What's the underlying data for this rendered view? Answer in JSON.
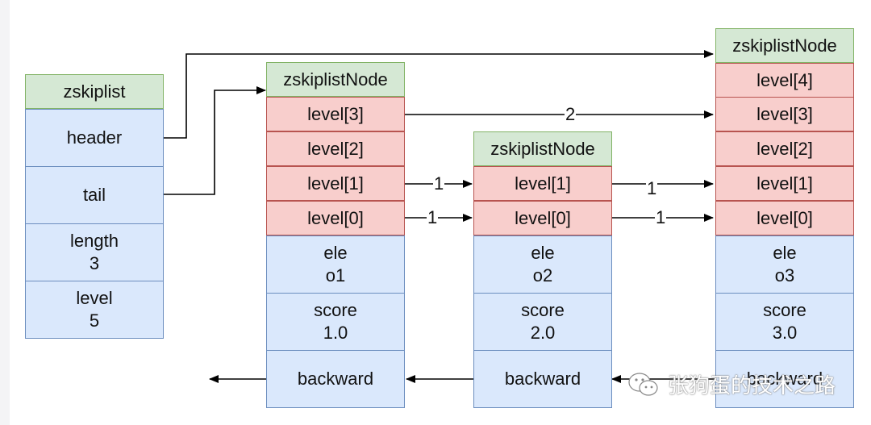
{
  "zskiplist": {
    "title": "zskiplist",
    "fields": [
      "header",
      "tail",
      "length\n3",
      "level\n5"
    ]
  },
  "nodes": [
    {
      "title": "zskiplistNode",
      "levels": [
        "level[3]",
        "level[2]",
        "level[1]",
        "level[0]"
      ],
      "fields": [
        "ele\no1",
        "score\n1.0",
        "backward"
      ]
    },
    {
      "title": "zskiplistNode",
      "levels": [
        "level[1]",
        "level[0]"
      ],
      "fields": [
        "ele\no2",
        "score\n2.0",
        "backward"
      ]
    },
    {
      "title": "zskiplistNode",
      "levels": [
        "level[4]",
        "level[3]",
        "level[2]",
        "level[1]",
        "level[0]"
      ],
      "fields": [
        "ele\no3",
        "score\n3.0",
        "backward"
      ]
    }
  ],
  "spans": {
    "n1_l3_to_n3": "2",
    "n1_l1_to_n2": "1",
    "n1_l0_to_n2": "1",
    "n2_l1_to_n3": "1",
    "n2_l0_to_n3": "1"
  },
  "watermark": "张狗蛋的技术之路",
  "colors": {
    "header_fill": "#d5e8d4",
    "level_fill": "#f8cecc",
    "field_fill": "#dae8fc",
    "arrow": "#000000"
  }
}
